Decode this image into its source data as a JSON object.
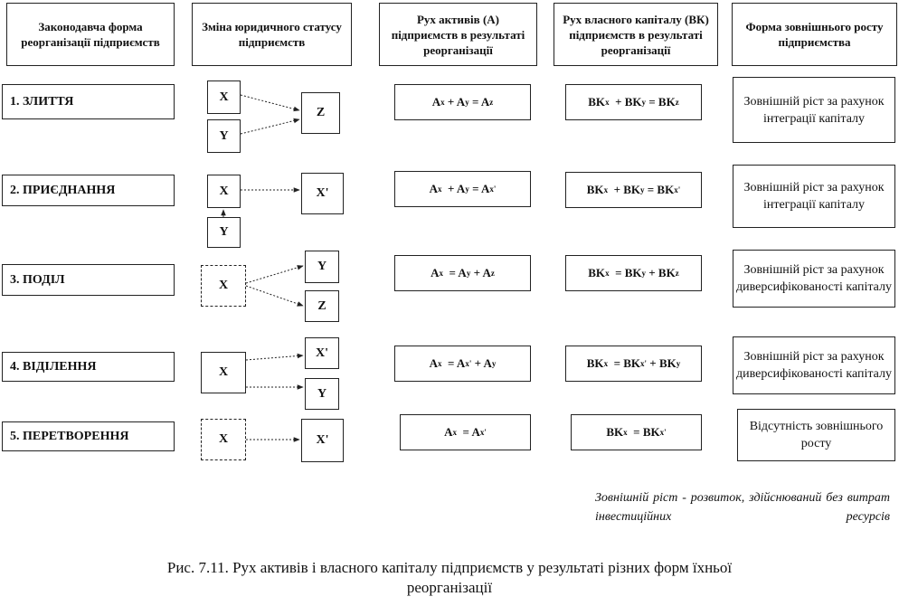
{
  "headers": {
    "form": "Законодавча форма реорганізації підприємств",
    "status": "Зміна юридичного статусу підприємств",
    "assets": "Рух активів (А) підприємств в результаті реорганізації",
    "equity": "Рух власного капіталу (ВК) підприємств в результаті реорганізації",
    "growth": "Форма зовнішнього росту підприємства"
  },
  "rows": [
    {
      "form": "1. ЗЛИТТЯ",
      "entities": [
        "X",
        "Y",
        "Z"
      ],
      "assets_formula": "Aₓ + Aᵧ = A_z",
      "equity_formula": "BKₓ + BKᵧ = BK_z",
      "growth": "Зовнішній ріст за рахунок інтеграції капіталу"
    },
    {
      "form": "2. ПРИЄДНАННЯ",
      "entities": [
        "X",
        "Y",
        "X'"
      ],
      "assets_formula": "Aₓ + Aᵧ = Aₓ'",
      "equity_formula": "BKₓ + BKᵧ = BKₓ'",
      "growth": "Зовнішній ріст за рахунок інтеграції капіталу"
    },
    {
      "form": "3. ПОДІЛ",
      "entities": [
        "X",
        "Y",
        "Z"
      ],
      "assets_formula": "Aₓ = Aᵧ + A_z",
      "equity_formula": "BKₓ = BKᵧ + BK_z",
      "growth": "Зовнішній ріст за рахунок диверсифікованості капіталу"
    },
    {
      "form": "4. ВІДІЛЕННЯ",
      "entities": [
        "X",
        "X'",
        "Y"
      ],
      "assets_formula": "Aₓ = Aₓ' + Aᵧ",
      "equity_formula": "BKₓ = BKₓ' + BKᵧ",
      "growth": "Зовнішній ріст за рахунок диверсифікованості капіталу"
    },
    {
      "form": "5. ПЕРЕТВОРЕННЯ",
      "entities": [
        "X",
        "X'"
      ],
      "assets_formula": "Aₓ = Aₓ'",
      "equity_formula": "BKₓ = BKₓ'",
      "growth": "Відсутність зовнішнього росту"
    }
  ],
  "note": "Зовнішній ріст - розвиток, здійснюваний без витрат інвестиційних ресурсів",
  "caption": "Рис. 7.11. Рух активів і власного капіталу підприємств у результаті різних форм їхньої реорганізації"
}
